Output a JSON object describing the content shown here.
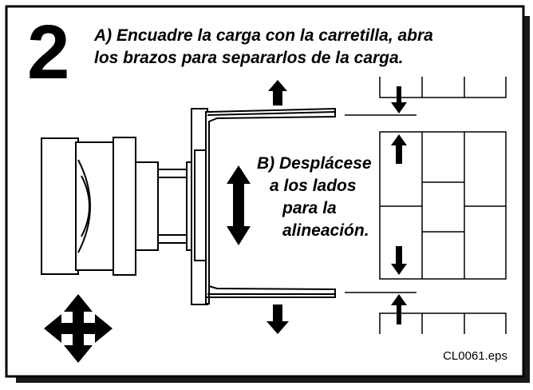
{
  "step_number": "2",
  "instruction_a": {
    "line1": "A) Encuadre la carga con la carretilla, abra",
    "line2": "los brazos para separarlos de la carga."
  },
  "instruction_b": {
    "line1": "B) Desplácese",
    "line2": "a los lados",
    "line3": "para la",
    "line4": "alineación."
  },
  "file_label": "CL0061.eps",
  "icons": {
    "move_all_directions": "four-way-arrow-icon",
    "arm_open_up": "arrow-up-icon",
    "arm_open_down": "arrow-down-icon",
    "side_shift": "double-vertical-arrow-icon"
  },
  "colors": {
    "ink": "#000000",
    "paper": "#ffffff",
    "shadow": "#1a1a1a"
  }
}
